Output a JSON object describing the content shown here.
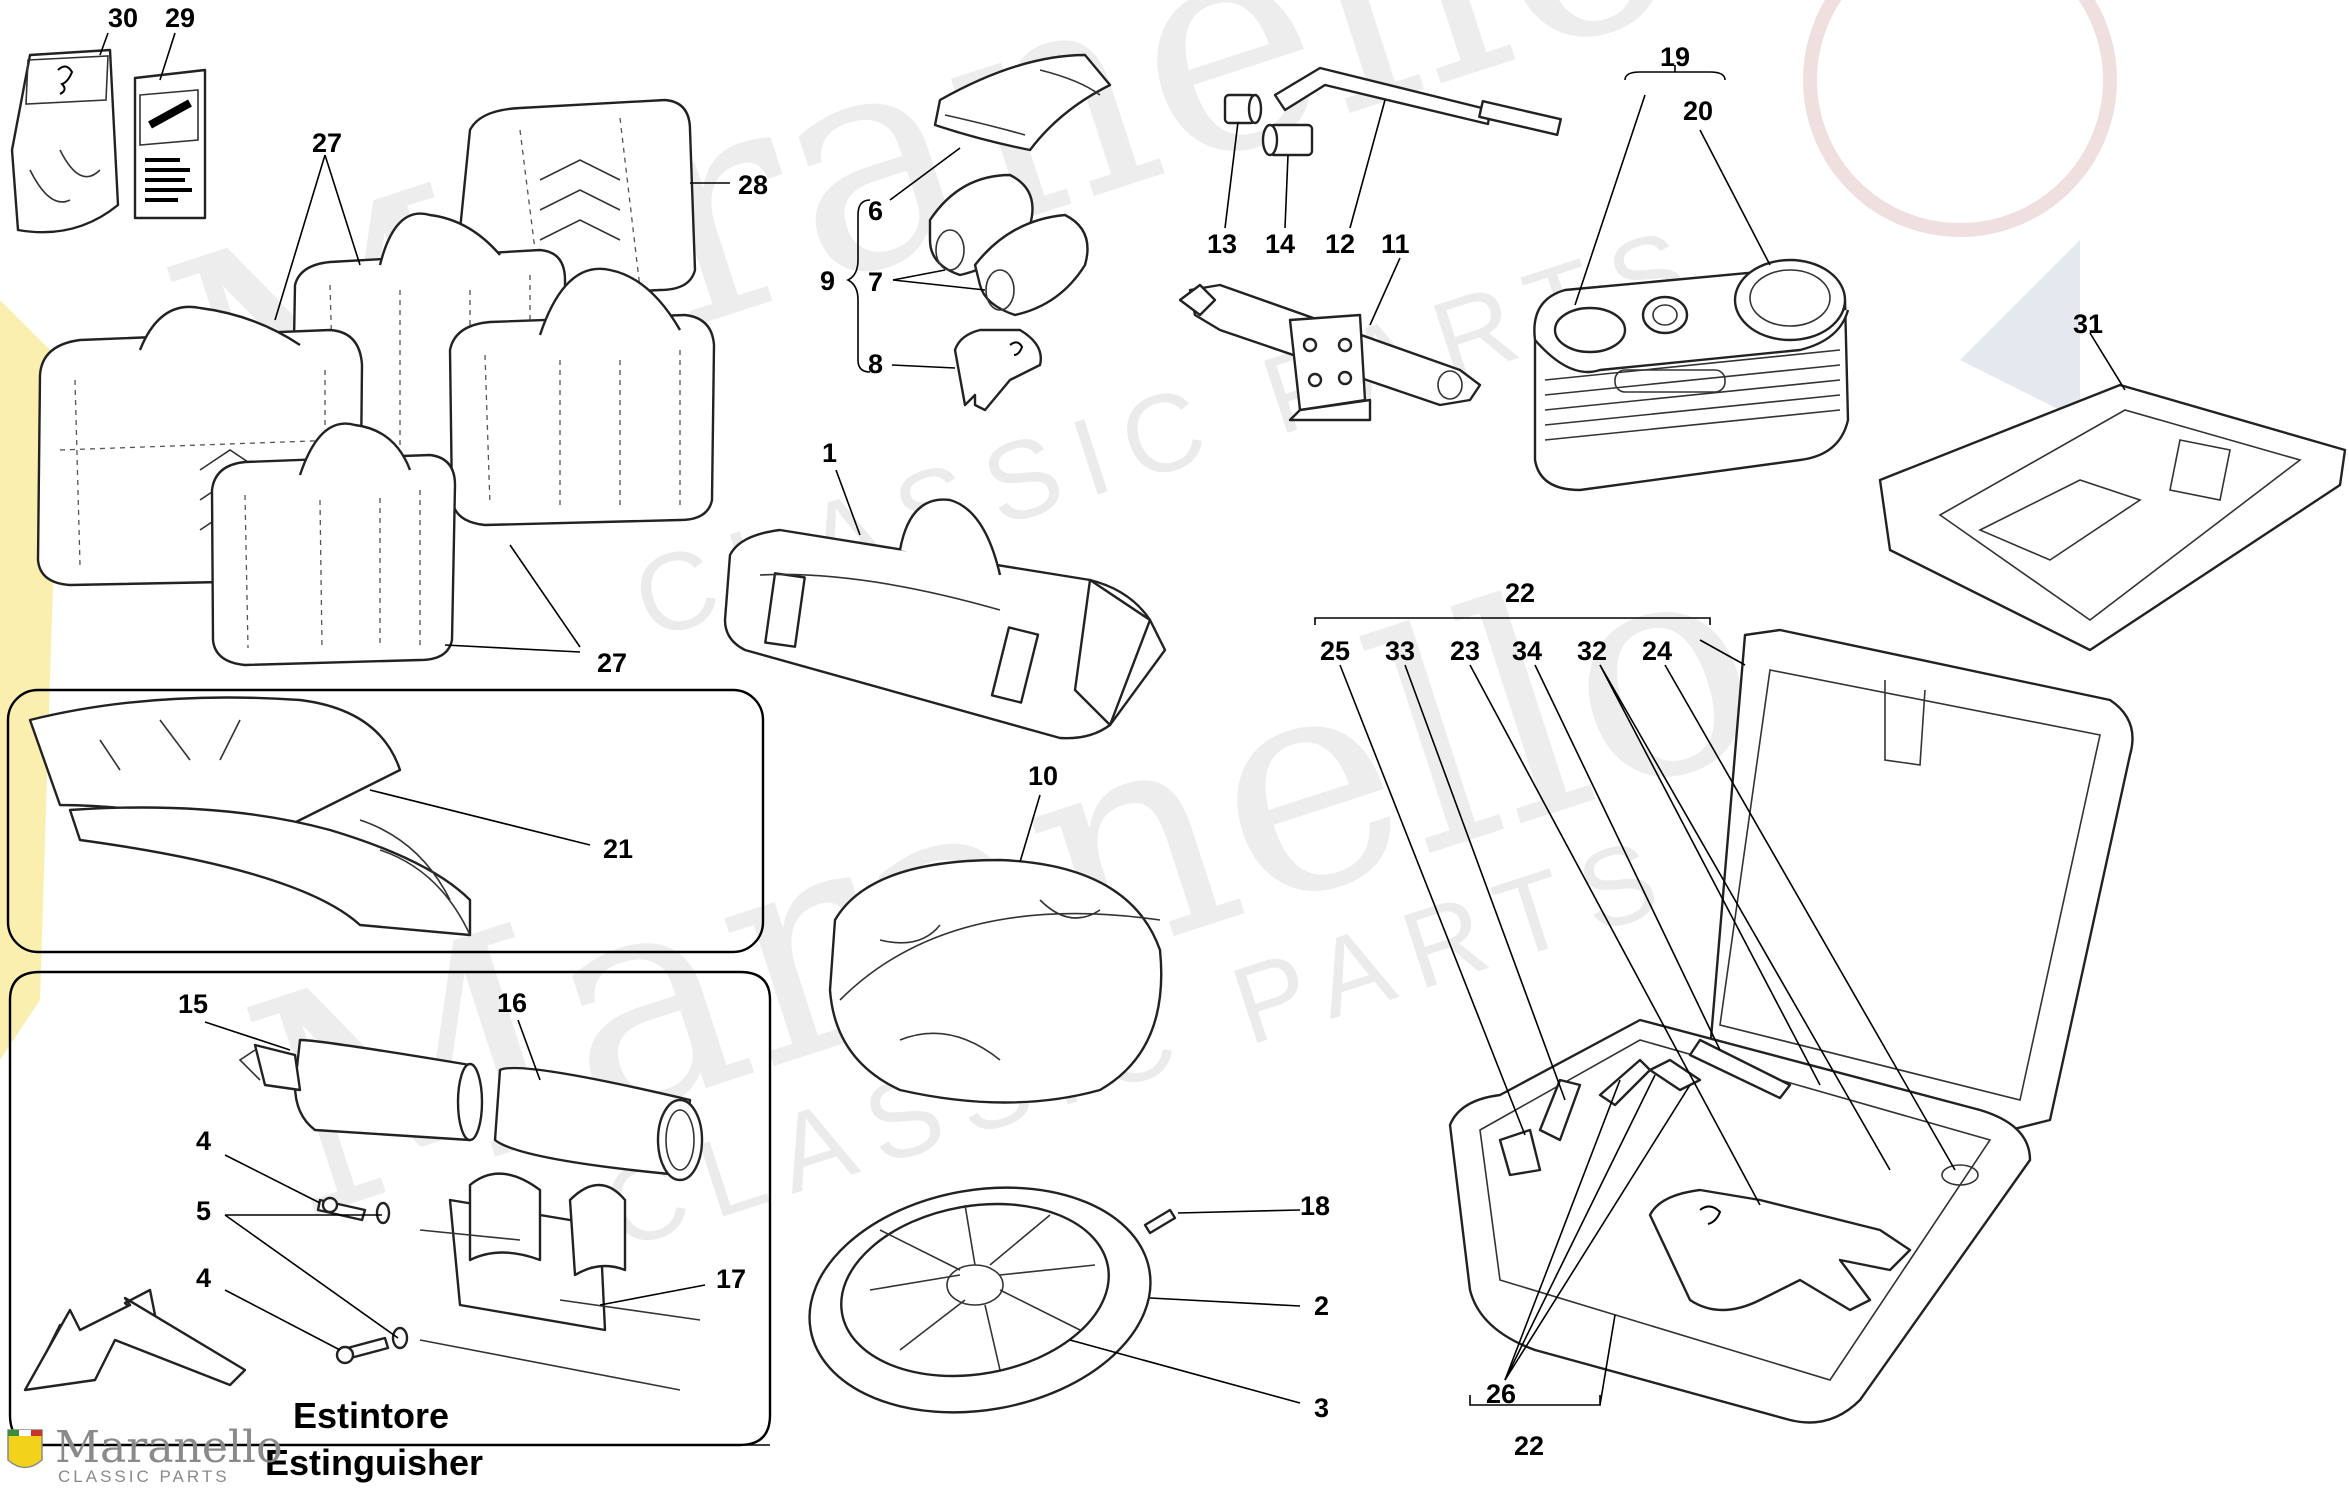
{
  "diagram": {
    "callouts": {
      "c1": "1",
      "c2": "2",
      "c3": "3",
      "c4a": "4",
      "c4b": "4",
      "c5": "5",
      "c6": "6",
      "c7": "7",
      "c8": "8",
      "c9": "9",
      "c10": "10",
      "c11": "11",
      "c12": "12",
      "c13": "13",
      "c14": "14",
      "c15": "15",
      "c16": "16",
      "c17": "17",
      "c18": "18",
      "c19": "19",
      "c20": "20",
      "c21": "21",
      "c22a": "22",
      "c22b": "22",
      "c23": "23",
      "c24": "24",
      "c25": "25",
      "c26": "26",
      "c27a": "27",
      "c27b": "27",
      "c28": "28",
      "c29": "29",
      "c30": "30",
      "c31": "31",
      "c32": "32",
      "c33": "33",
      "c34": "34"
    },
    "caption_it": "Estintore",
    "caption_en": "Estinguisher"
  },
  "watermark": {
    "brand": "Maranello",
    "sub": "CLASSIC PARTS"
  },
  "colors": {
    "line": "#222222",
    "watermark": "#d8d8d8",
    "flag_green": "#3a8f3a",
    "flag_red": "#c8352d",
    "shield_yellow": "#f2d21b"
  }
}
